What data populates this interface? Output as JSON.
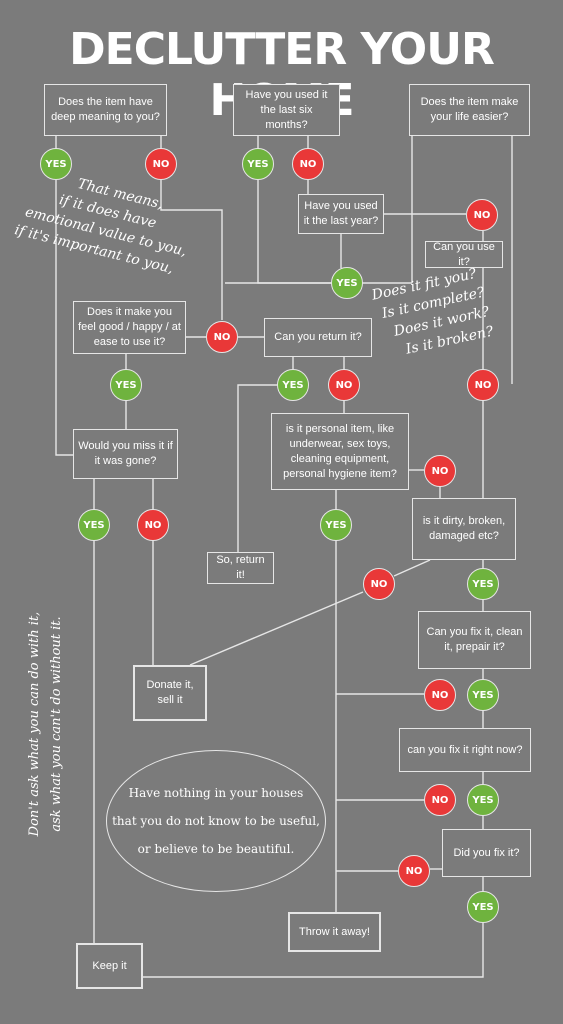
{
  "title": "DECLUTTER YOUR HOME",
  "questions": {
    "deep_meaning": "Does the item have deep meaning to you?",
    "used_six_months": "Have you used it the last six months?",
    "life_easier": "Does the item make your life easier?",
    "used_last_year": "Have you used it the last year?",
    "can_use": "Can you use it?",
    "feel_good": "Does it make you feel good / happy / at ease to use it?",
    "can_return": "Can you return it?",
    "personal_item": "is it personal item, like underwear, sex toys, cleaning equipment, personal hygiene item?",
    "miss_it": "Would you miss it if it was gone?",
    "dirty_broken": "is it dirty, broken, damaged etc?",
    "can_fix": "Can you fix it, clean it, prepair it?",
    "fix_now": "can you fix it right now?",
    "did_fix": "Did you fix it?"
  },
  "outcomes": {
    "return_it": "So, return it!",
    "donate": "Donate it, sell it",
    "throw_away": "Throw it away!",
    "keep": "Keep it"
  },
  "labels": {
    "yes": "YES",
    "no": "NO"
  },
  "notes": {
    "meaning_1": "That means,",
    "meaning_2": "if it does have",
    "meaning_3": "emotional value to you,",
    "meaning_4": "if it's important to you,",
    "check_1": "Does it fit you?",
    "check_2": "Is it complete?",
    "check_3": "Does it work?",
    "check_4": "Is it broken?",
    "side_1": "Don't ask what you can do with it,",
    "side_2": "ask what you can't do without it."
  },
  "quote": {
    "line_1": "Have nothing in your houses",
    "line_2": "that you do not know to be useful,",
    "line_3": "or believe to be beautiful."
  },
  "colors": {
    "background": "#7b7b7b",
    "yes": "#6fb33e",
    "no": "#e93838",
    "line": "#e6e6e6",
    "text": "#ffffff"
  }
}
